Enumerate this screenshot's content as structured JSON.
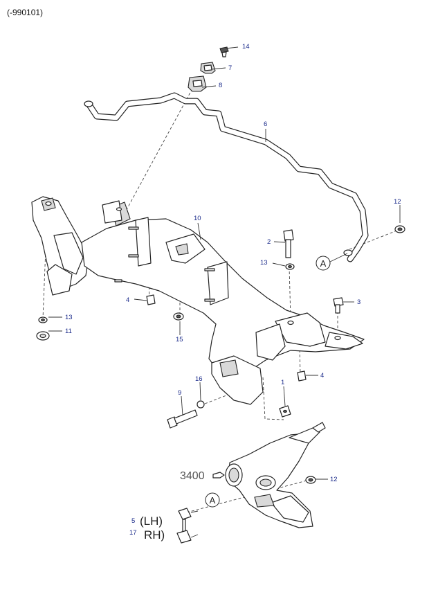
{
  "header": {
    "code": "(-990101)"
  },
  "callouts": [
    {
      "id": "n14",
      "text": "14"
    },
    {
      "id": "n7",
      "text": "7"
    },
    {
      "id": "n8",
      "text": "8"
    },
    {
      "id": "n6",
      "text": "6"
    },
    {
      "id": "n12a",
      "text": "12"
    },
    {
      "id": "n10",
      "text": "10"
    },
    {
      "id": "n2",
      "text": "2"
    },
    {
      "id": "n13a",
      "text": "13"
    },
    {
      "id": "n3",
      "text": "3"
    },
    {
      "id": "n4a",
      "text": "4"
    },
    {
      "id": "n13b",
      "text": "13"
    },
    {
      "id": "n11",
      "text": "11"
    },
    {
      "id": "n15",
      "text": "15"
    },
    {
      "id": "n4b",
      "text": "4"
    },
    {
      "id": "n1",
      "text": "1"
    },
    {
      "id": "n16",
      "text": "16"
    },
    {
      "id": "n9",
      "text": "9"
    },
    {
      "id": "n12b",
      "text": "12"
    },
    {
      "id": "n5",
      "text": "5"
    },
    {
      "id": "n17",
      "text": "17"
    }
  ],
  "side_labels": {
    "lh": "(LH)",
    "rh": "RH)"
  },
  "reference_code": "3400",
  "ref_marker": "A"
}
